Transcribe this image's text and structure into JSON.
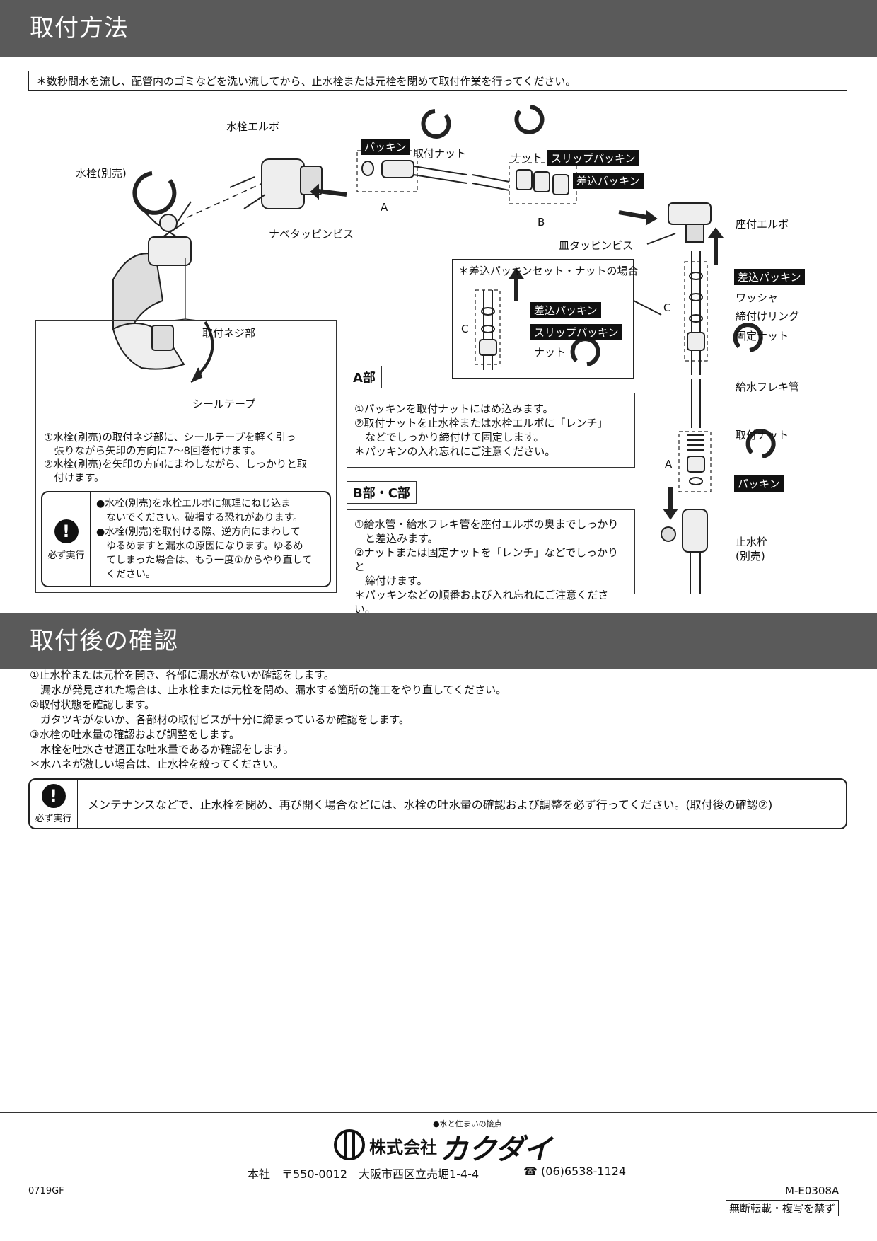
{
  "section1": {
    "title": "取付方法",
    "top_note": "＊数秒間水を流し、配管内のゴミなどを洗い流してから、止水栓または元栓を閉めて取付作業を行ってください。"
  },
  "diagram": {
    "faucet_label": "水栓(別売)",
    "elbow_label": "水栓エルボ",
    "screw_label": "ナベタッピンビス",
    "packing_tag": "パッキン",
    "nut_label": "取付ナット",
    "a_label": "A",
    "nut2_label": "ナット",
    "slip_tag": "スリップパッキン",
    "insert_tag": "差込パッキン",
    "b_label": "B",
    "seat_elbow_label": "座付エルボ",
    "dish_screw_label": "皿タッピンビス",
    "c_inset_title": "＊差込パッキンセット・ナットの場合",
    "c_inset_insert": "差込パッキン",
    "c_inset_slip": "スリップパッキン",
    "c_inset_nut": "ナット",
    "c_inset_letter": "C",
    "c_letter": "C",
    "right_insert": "差込パッキン",
    "right_washer": "ワッシャ",
    "right_ring": "締付けリング",
    "right_fixnut": "固定ナット",
    "right_flex": "給水フレキ管",
    "right_nut": "取付ナット",
    "right_a": "A",
    "right_packing": "パッキン",
    "right_stop": "止水栓",
    "right_stop2": "(別売)",
    "thread_label": "取付ネジ部",
    "tape_label": "シールテープ"
  },
  "left_box": {
    "step1_a": "①水栓(別売)の取付ネジ部に、シールテープを軽く引っ",
    "step1_b": "　張りながら矢印の方向に7～8回巻付けます。",
    "step2_a": "②水栓(別売)を矢印の方向にまわしながら、しっかりと取",
    "step2_b": "　付けます。",
    "warn_icon": "!",
    "warn_label": "必ず実行",
    "w1": "●水栓(別売)を水栓エルボに無理にねじ込ま",
    "w2": "　ないでください。破損する恐れがあります。",
    "w3": "●水栓(別売)を取付ける際、逆方向にまわして",
    "w4": "　ゆるめますと漏水の原因になります。ゆるめ",
    "w5": "　てしまった場合は、もう一度①からやり直して",
    "w6": "　ください。"
  },
  "a_part": {
    "header": "A部",
    "l1": "①パッキンを取付ナットにはめ込みます。",
    "l2": "②取付ナットを止水栓または水栓エルボに「レンチ」",
    "l3": "　などでしっかり締付けて固定します。",
    "l4": "＊パッキンの入れ忘れにご注意ください。"
  },
  "bc_part": {
    "header": "B部・C部",
    "l1": "①給水管・給水フレキ管を座付エルボの奥までしっかり",
    "l2": "　と差込みます。",
    "l3": "②ナットまたは固定ナットを「レンチ」などでしっかりと",
    "l4": "　締付けます。",
    "l5": "＊パッキンなどの順番および入れ忘れにご注意ください。"
  },
  "section2": {
    "title": "取付後の確認",
    "c1": "①止水栓または元栓を開き、各部に漏水がないか確認をします。",
    "c2": "　漏水が発見された場合は、止水栓または元栓を閉め、漏水する箇所の施工をやり直してください。",
    "c3": "②取付状態を確認します。",
    "c4": "　ガタツキがないか、各部材の取付ビスが十分に締まっているか確認をします。",
    "c5": "③水栓の吐水量の確認および調整をします。",
    "c6": "　水栓を吐水させ適正な吐水量であるか確認をします。",
    "c7": "＊水ハネが激しい場合は、止水栓を絞ってください。",
    "warn_icon": "!",
    "warn_label": "必ず実行",
    "warn_text": "メンテナンスなどで、止水栓を閉め、再び開く場合などには、水栓の吐水量の確認および調整を必ず行ってください。(取付後の確認②)"
  },
  "footer": {
    "tagline": "●水と住まいの接点",
    "company": "株式会社",
    "brand": "カクダイ",
    "address": "本社　〒550-0012　大阪市西区立売堀1-4-4",
    "phone": "☎ (06)6538-1124",
    "doc_code": "0719GF",
    "model": "M-E0308A",
    "copyright": "無断転載・複写を禁ず"
  }
}
